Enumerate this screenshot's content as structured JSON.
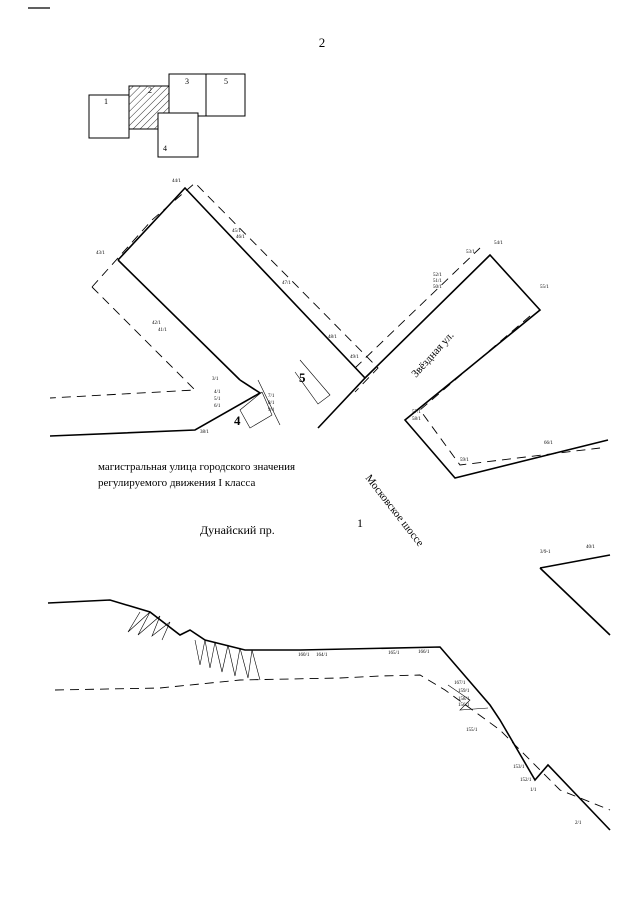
{
  "page": {
    "number": "2"
  },
  "key_map": {
    "sheets": [
      {
        "id": "1",
        "label": "1",
        "hatched": false
      },
      {
        "id": "2",
        "label": "2",
        "hatched": true
      },
      {
        "id": "3",
        "label": "3",
        "hatched": false
      },
      {
        "id": "4",
        "label": "4",
        "hatched": false
      },
      {
        "id": "5",
        "label": "5",
        "hatched": false
      }
    ]
  },
  "labels": {
    "road_class_line1": "магистральная улица городского значения",
    "road_class_line2": "регулируемого движения I класса",
    "street_dunaysky": "Дунайский пр.",
    "street_moskovskoe": "Московское шоссе",
    "street_zvezdnaya": "Звёздная ул.",
    "zone_1": "1",
    "zone_4": "4",
    "zone_5": "5"
  },
  "points": {
    "p44": "44/1",
    "p43": "43/1",
    "p45": "45/1",
    "p46": "46/1",
    "p47": "47/1",
    "p42": "42/1",
    "p41": "41/1",
    "p48": "48/1",
    "p49": "49/1",
    "p53": "53/1",
    "p54": "54/1",
    "p55": "55/1",
    "p51": "51/1",
    "p52": "52/1",
    "p50": "50/1",
    "p57": "57/1",
    "p58": "58/1",
    "p59": "59/1",
    "p66": "66/1",
    "p38": "38/1",
    "p39": "3/9-1",
    "p40": "40/1",
    "p160": "160/1",
    "p164": "164/1",
    "p165": "165/1",
    "p166": "166/1",
    "p167": "167/1",
    "p155": "155/1",
    "p158": "158/1",
    "p159": "159/1",
    "p156": "156/1",
    "p152": "152/1",
    "p153": "153/1",
    "p1": "1/1",
    "p2": "2/1",
    "p3": "3/1",
    "p4": "4/1",
    "p5": "5/1",
    "p6": "6/1",
    "p7": "7/1",
    "p8": "8/1",
    "p9": "9/1"
  }
}
